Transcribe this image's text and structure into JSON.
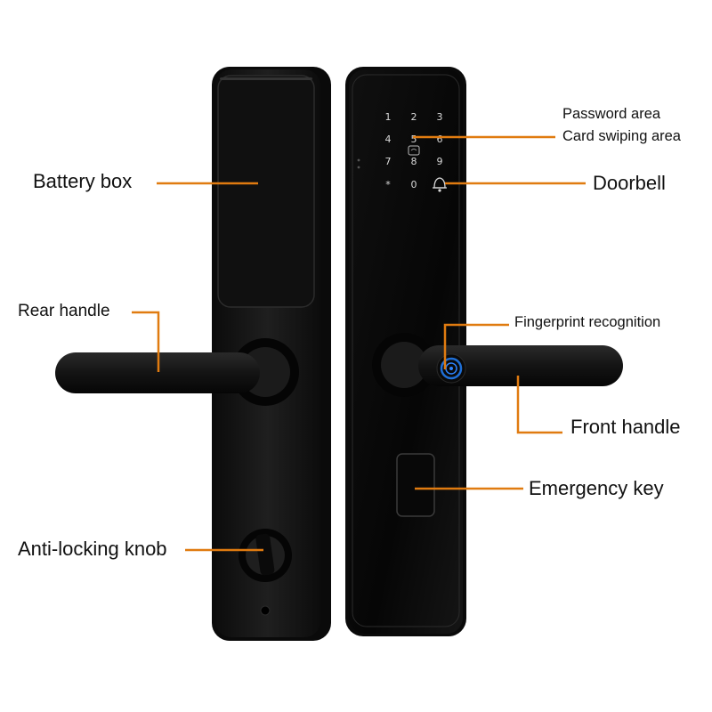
{
  "labels": {
    "battery_box": "Battery box",
    "rear_handle": "Rear handle",
    "anti_locking_knob": "Anti-locking knob",
    "password_area": "Password area",
    "card_swiping_area": "Card swiping area",
    "doorbell": "Doorbell",
    "fingerprint_recognition": "Fingerprint recognition",
    "front_handle": "Front handle",
    "emergency_key": "Emergency key"
  },
  "keypad": [
    "1",
    "2",
    "3",
    "4",
    "5",
    "6",
    "7",
    "8",
    "9",
    "*",
    "0"
  ],
  "colors": {
    "leader_line": "#e07b10",
    "body": "#141414",
    "label_text": "#111111"
  }
}
